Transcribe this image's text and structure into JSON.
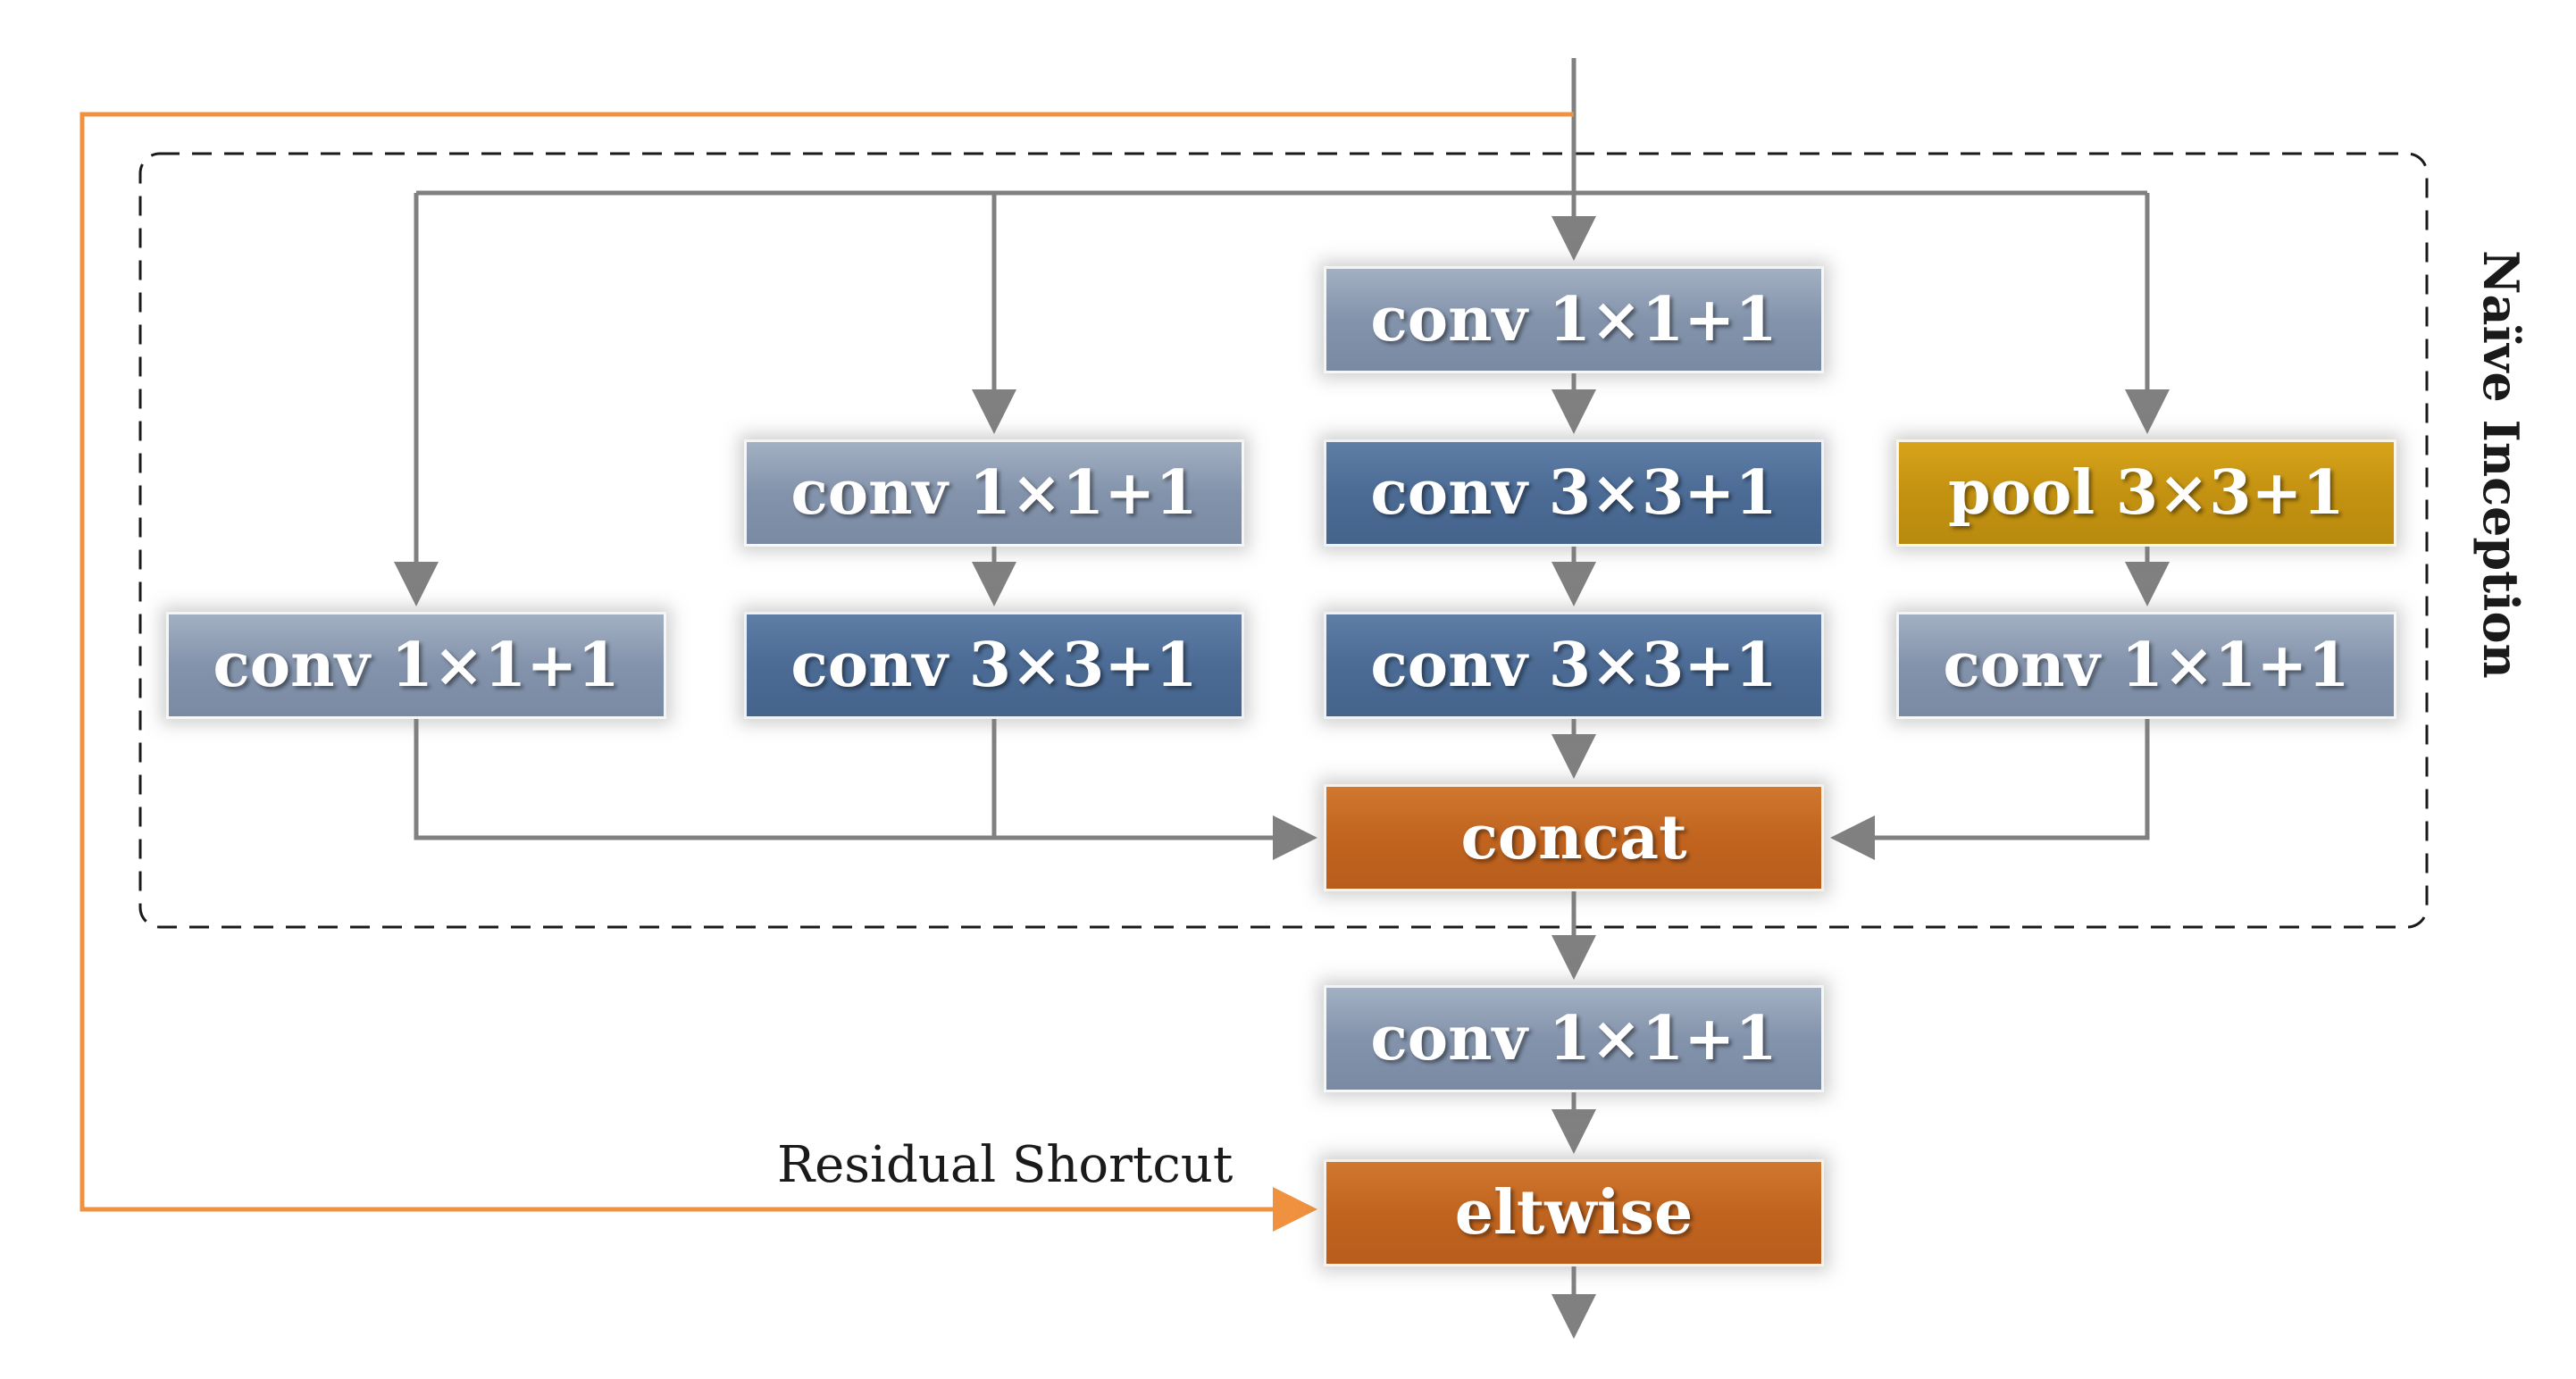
{
  "diagram": {
    "group_label": "Naïve Inception",
    "shortcut_label": "Residual Shortcut",
    "nodes": {
      "branch3_conv1": "conv 1×1+1",
      "branch2_conv1": "conv 1×1+1",
      "branch3_conv2": "conv 3×3+1",
      "branch4_pool": "pool 3×3+1",
      "branch1_conv": "conv 1×1+1",
      "branch2_conv2": "conv 3×3+1",
      "branch3_conv3": "conv 3×3+1",
      "branch4_conv": "conv 1×1+1",
      "concat": "concat",
      "post_conv": "conv 1×1+1",
      "eltwise": "eltwise"
    },
    "colors": {
      "light_conv": "#8393ab",
      "dark_conv": "#4b6b95",
      "merge": "#c0641f",
      "pool": "#c49211",
      "shortcut": "#f0913f",
      "connector": "#808080"
    }
  }
}
